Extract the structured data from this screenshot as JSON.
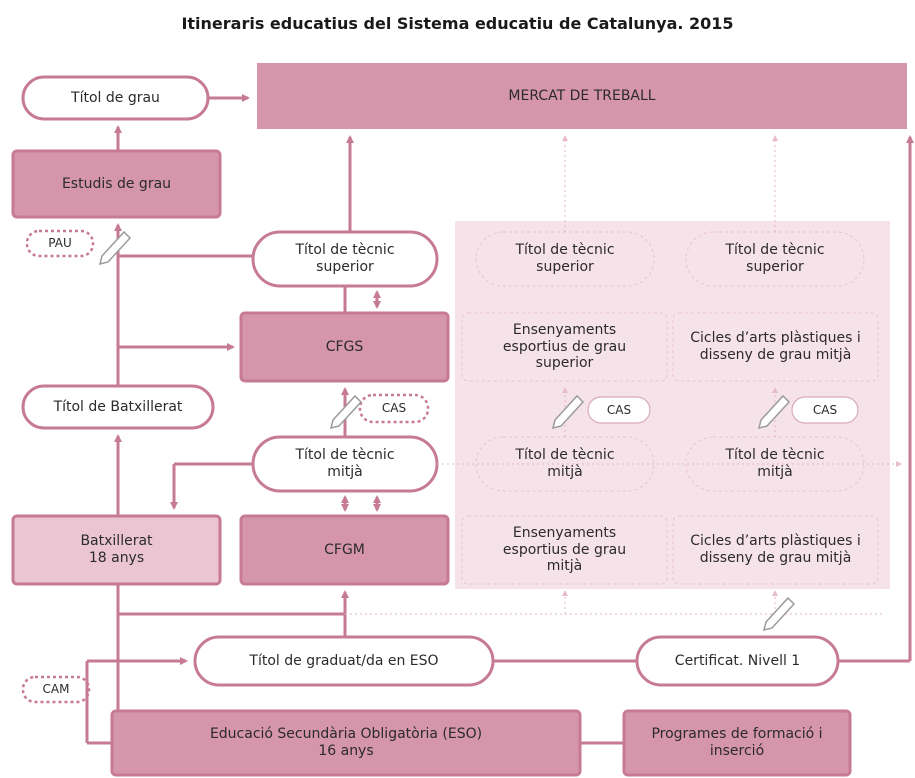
{
  "title": "Itineraris educatius del Sistema educatiu de Catalunya. 2015",
  "nodes": {
    "mercat": "MERCAT DE TREBALL",
    "titol_grau": "Títol de grau",
    "estudis_grau": "Estudis de grau",
    "pau": "PAU",
    "titol_tecnic_superior": "Títol de tècnic superior",
    "cfgs": "CFGS",
    "cas_1": "CAS",
    "titol_batxillerat": "Títol de Batxillerat",
    "titol_tecnic_mitja": "Títol de tècnic mitjà",
    "batxillerat": "Batxillerat\n18 anys",
    "cfgm": "CFGM",
    "titol_eso": "Títol de graduat/da en ESO",
    "certificat": "Certificat. Nivell 1",
    "cam": "CAM",
    "eso": "Educació Secundària Obligatòria (ESO)\n16 anys",
    "programes": "Programes de formació i inserció",
    "spec_titol_sup_1": "Títol de tècnic superior",
    "spec_titol_sup_2": "Títol de tècnic superior",
    "spec_ens_sup": "Ensenyaments esportius de grau superior",
    "spec_arts_sup": "Cicles d’arts plàstiques i disseny de grau mitjà",
    "spec_cas_2": "CAS",
    "spec_cas_3": "CAS",
    "spec_titol_mit_1": "Títol de tècnic mitjà",
    "spec_titol_mit_2": "Títol de tècnic mitjà",
    "spec_ens_mit": "Ensenyaments esportius de grau mitjà",
    "spec_arts_mit": "Cicles d’arts plàstiques i disseny de grau mitjà"
  },
  "colors": {
    "dark": "#c88aa0",
    "darkfill": "#d595ab",
    "medium": "#e7bcca",
    "light": "#f6e3e9",
    "line": "#c77a96",
    "dotted": "#d9a9bb",
    "pencil": "#9b9b9b"
  }
}
